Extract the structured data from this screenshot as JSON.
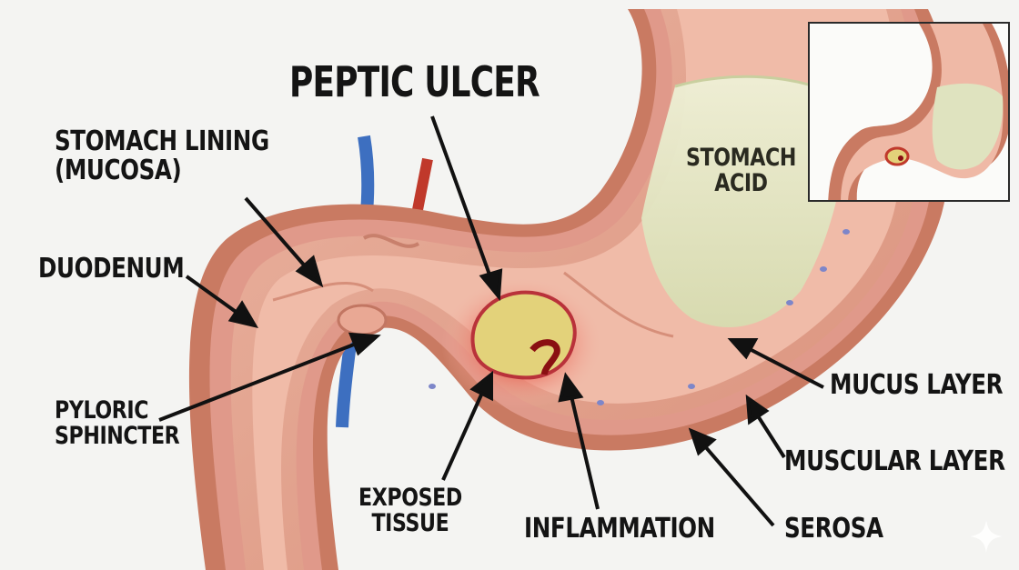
{
  "title": "PEPTIC ULCER",
  "labels": {
    "stomach_lining": "STOMACH LINING\n(MUCOSA)",
    "duodenum": "DUODENUM",
    "pyloric_sphincter": "PYLORIC\nSPHINCTER",
    "exposed_tissue": "EXPOSED\nTISSUE",
    "inflammation": "INFLAMMATION",
    "serosa": "SEROSA",
    "muscular_layer": "MUSCULAR LAYER",
    "mucus_layer": "MUCUS LAYER",
    "stomach_acid": "STOMACH\nACID"
  },
  "colors": {
    "background": "#f4f4f2",
    "tissue_outer": "#c97a62",
    "tissue_mid": "#e3a08d",
    "tissue_inner": "#f2c3b1",
    "acid": "#dfe3bf",
    "ulcer_red": "#d6382c",
    "ulcer_slough": "#e3d27a",
    "vein": "#3d6fc0",
    "artery": "#c0392b",
    "text": "#141414"
  },
  "icons": [
    "sparkle-icon"
  ]
}
